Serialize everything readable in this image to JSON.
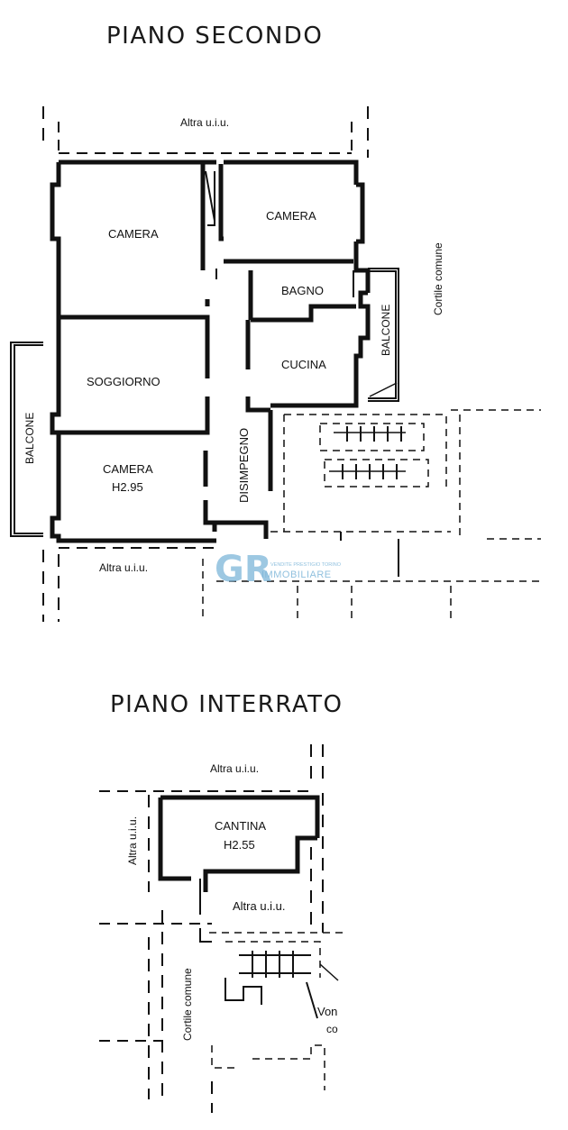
{
  "floors": [
    {
      "title": "PIANO SECONDO",
      "labels": {
        "altra_top": "Altra u.i.u.",
        "altra_bottom": "Altra u.i.u.",
        "camera_1": "CAMERA",
        "camera_2": "CAMERA",
        "bagno": "BAGNO",
        "soggiorno": "SOGGIORNO",
        "cucina": "CUCINA",
        "camera_3": "CAMERA",
        "camera_3_height": "H2.95",
        "disimpegno": "DISIMPEGNO",
        "balcone_left": "BALCONE",
        "balcone_right": "BALCONE",
        "cortile": "Cortile comune"
      }
    },
    {
      "title": "PIANO INTERRATO",
      "labels": {
        "altra_top": "Altra u.i.u.",
        "altra_left": "Altra u.i.u.",
        "cantina": "CANTINA",
        "cantina_height": "H2.55",
        "altra_bottom": "Altra u.i.u.",
        "cortile": "Cortile comune",
        "vano": "Von",
        "vano_2": "co"
      }
    }
  ],
  "watermark": {
    "logo": "GR",
    "tagline": "VENDITE PRESTIGIO TORINO",
    "name": "IMMOBILIARE",
    "color": "#7db6d9"
  }
}
